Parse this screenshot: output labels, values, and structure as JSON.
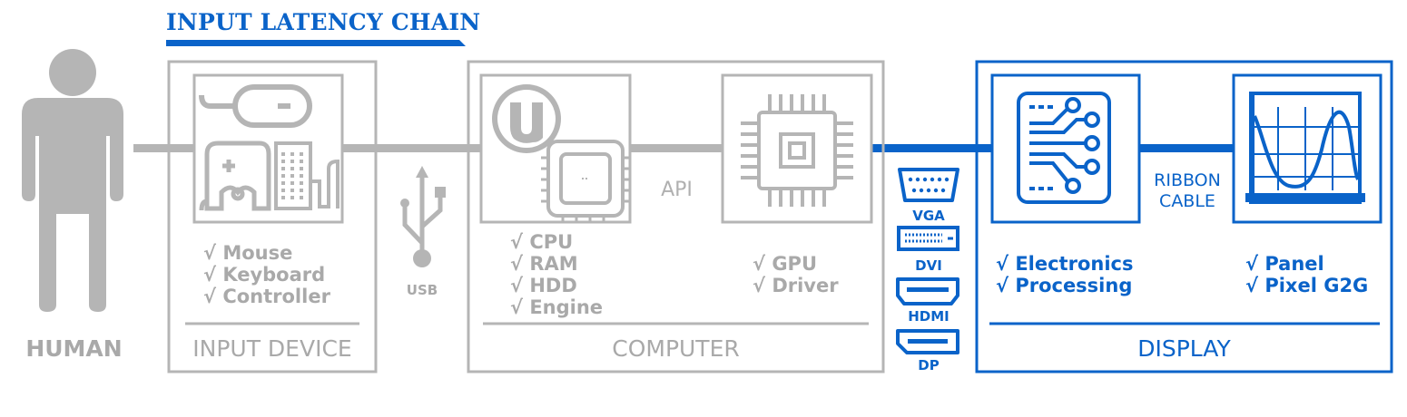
{
  "title": "INPUT LATENCY CHAIN",
  "colors": {
    "gray": "#b5b5b5",
    "text_gray": "#a9a9a9",
    "blue": "#0a63c9"
  },
  "human": {
    "label": "HUMAN",
    "icon": "person-icon"
  },
  "input_device": {
    "label": "INPUT DEVICE",
    "icons": [
      "mouse-icon",
      "gamepad-icon",
      "keyboard-icon"
    ],
    "items": [
      "√ Mouse",
      "√ Keyboard",
      "√ Controller"
    ]
  },
  "usb": {
    "label": "USB",
    "icon": "usb-icon"
  },
  "computer": {
    "label": "COMPUTER",
    "api_label": "API",
    "icons": [
      "unreal-engine-icon",
      "cpu-chip-icon",
      "gpu-chip-icon"
    ],
    "cpu_items": [
      "√ CPU",
      "√ RAM",
      "√ HDD",
      "√ Engine"
    ],
    "gpu_items": [
      "√ GPU",
      "√ Driver"
    ]
  },
  "ports": [
    {
      "label": "VGA",
      "icon": "vga-port-icon"
    },
    {
      "label": "DVI",
      "icon": "dvi-port-icon"
    },
    {
      "label": "HDMI",
      "icon": "hdmi-port-icon"
    },
    {
      "label": "DP",
      "icon": "displayport-icon"
    }
  ],
  "display": {
    "label": "DISPLAY",
    "ribbon_label": [
      "RIBBON",
      "CABLE"
    ],
    "icons": [
      "circuit-board-icon",
      "panel-graph-icon"
    ],
    "electronics_items": [
      "√ Electronics",
      "√ Processing"
    ],
    "panel_items": [
      "√ Panel",
      "√ Pixel G2G"
    ]
  }
}
